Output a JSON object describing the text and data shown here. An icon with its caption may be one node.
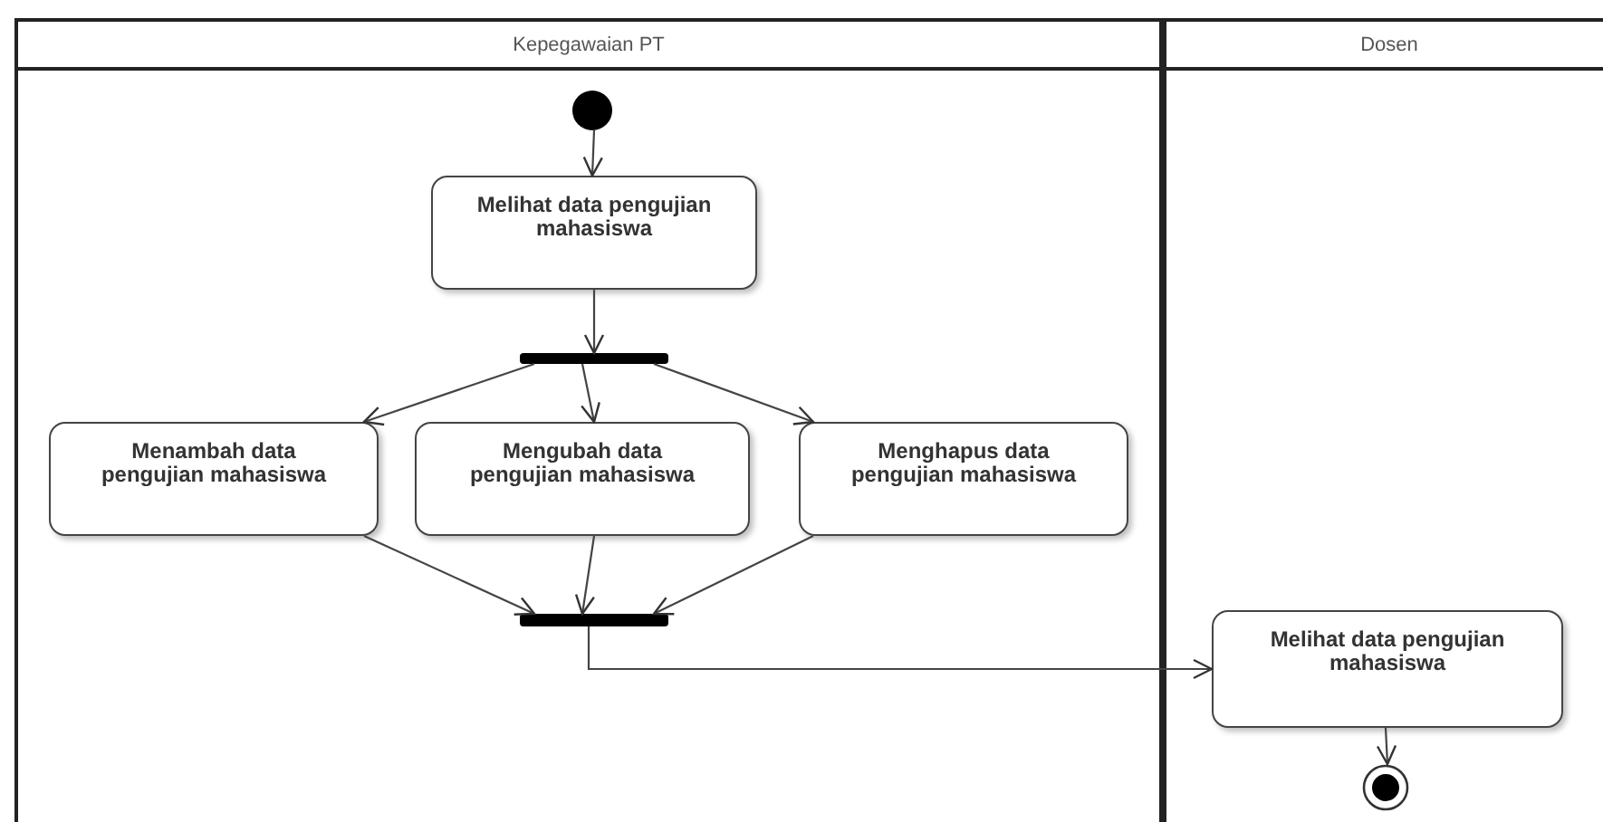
{
  "diagram": {
    "nodes": [
      {
        "text": [
          "Kepegawaian PT"
        ]
      },
      {
        "text": [
          "Dosen"
        ]
      },
      {
        "text": [],
        "shape": "circle",
        "in": 0
      },
      {
        "text": [
          "Melihat data pengujian mahasiswa"
        ],
        "in": 0
      },
      {
        "text": [],
        "shape": "bar",
        "in": 0
      },
      {
        "text": [
          "Menambah data pengujian mahasiswa"
        ],
        "in": 0
      },
      {
        "text": [
          "Mengubah data pengujian mahasiswa"
        ],
        "in": 0
      },
      {
        "text": [
          "Menghapus data pengujian mahasiswa"
        ],
        "in": 0
      },
      {
        "text": [],
        "shape": "bar",
        "in": 0
      },
      {
        "text": [
          "Melihat data pengujian mahasiswa"
        ],
        "in": 1
      },
      {
        "text": [],
        "shape": "circle",
        "in": 1
      }
    ],
    "edges": [
      {
        "from": 2,
        "to": 3,
        "arrow": "to"
      },
      {
        "from": 3,
        "to": 4,
        "arrow": "to"
      },
      {
        "from": 4,
        "to": 5,
        "arrow": "to"
      },
      {
        "from": 4,
        "to": 6,
        "arrow": "to"
      },
      {
        "from": 4,
        "to": 7,
        "arrow": "to"
      },
      {
        "from": 5,
        "to": 8,
        "arrow": "to"
      },
      {
        "from": 6,
        "to": 8,
        "arrow": "to"
      },
      {
        "from": 7,
        "to": 8,
        "arrow": "to"
      },
      {
        "from": 8,
        "to": 9,
        "arrow": "to"
      },
      {
        "from": 9,
        "to": 10,
        "arrow": "to"
      }
    ]
  }
}
